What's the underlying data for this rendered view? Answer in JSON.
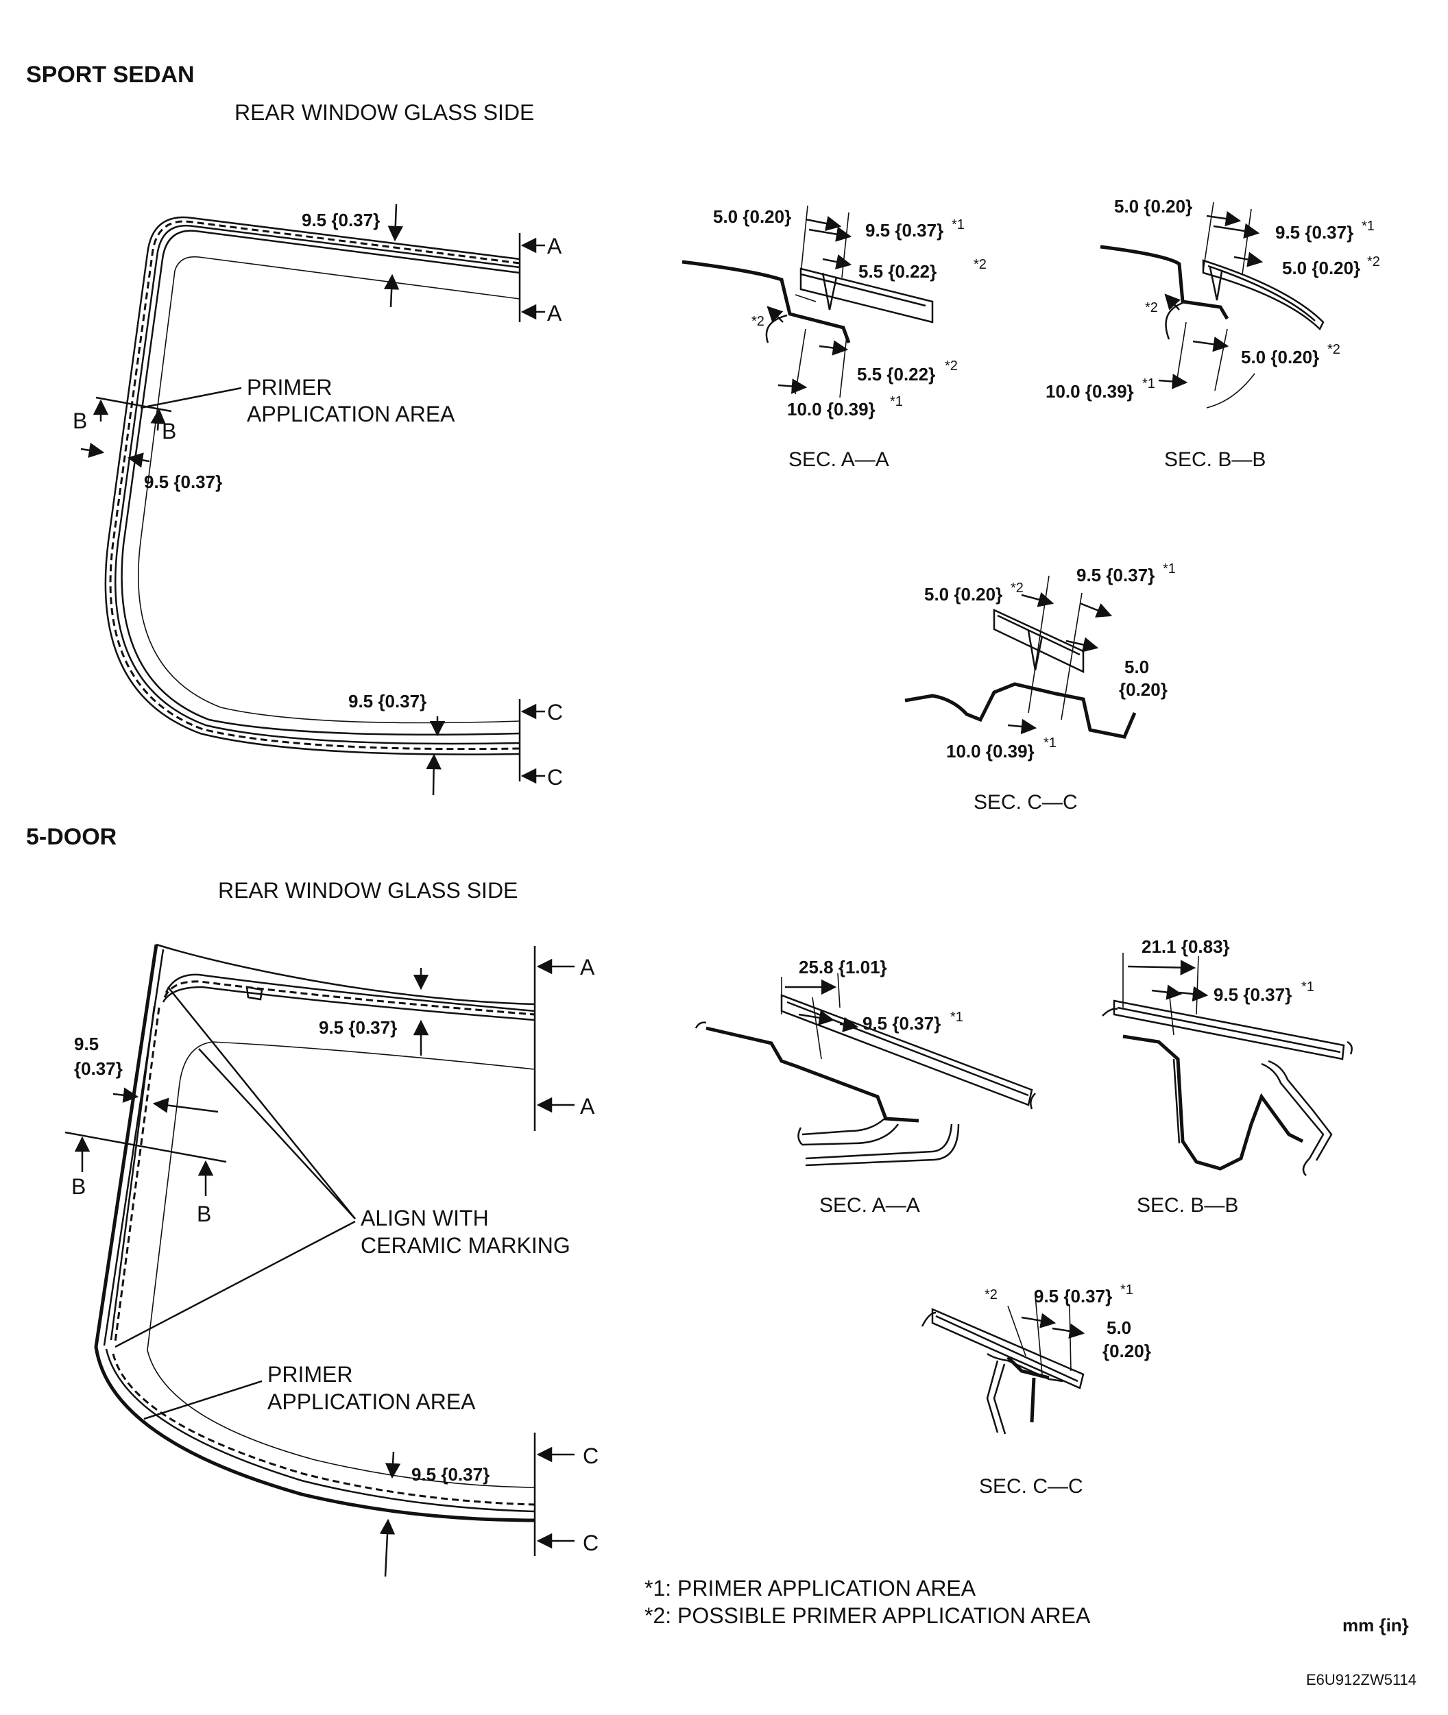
{
  "sport_sedan": {
    "title": "SPORT SEDAN",
    "view_caption": "REAR WINDOW GLASS SIDE",
    "primer_label_1": "PRIMER",
    "primer_label_2": "APPLICATION AREA",
    "section_letters": {
      "a": "A",
      "b": "B",
      "c": "C"
    },
    "dims": {
      "top": "9.5 {0.37}",
      "left": "9.5 {0.37}",
      "bottom": "9.5 {0.37}"
    },
    "sec_aa": {
      "caption": "SEC. A—A",
      "d1": "5.0 {0.20}",
      "d2": "9.5 {0.37}",
      "d2_sup": "*1",
      "d3": "5.5 {0.22}",
      "d3_sup": "*2",
      "d4": "5.5 {0.22}",
      "d4_sup": "*2",
      "d5": "10.0 {0.39}",
      "d5_sup": "*1",
      "mark": "*2"
    },
    "sec_bb": {
      "caption": "SEC. B—B",
      "d1": "5.0 {0.20}",
      "d2": "9.5 {0.37}",
      "d2_sup": "*1",
      "d3": "5.0 {0.20}",
      "d3_sup": "*2",
      "d4": "5.0 {0.20}",
      "d4_sup": "*2",
      "d5": "10.0 {0.39}",
      "d5_sup": "*1",
      "mark": "*2"
    },
    "sec_cc": {
      "caption": "SEC. C—C",
      "d1": "5.0 {0.20}",
      "d1_sup": "*2",
      "d2": "9.5 {0.37}",
      "d2_sup": "*1",
      "d3_line1": "5.0",
      "d3_line2": "{0.20}",
      "d4": "10.0 {0.39}",
      "d4_sup": "*1"
    }
  },
  "five_door": {
    "title": "5-DOOR",
    "view_caption": "REAR WINDOW GLASS SIDE",
    "align_label_1": "ALIGN WITH",
    "align_label_2": "CERAMIC MARKING",
    "primer_label_1": "PRIMER",
    "primer_label_2": "APPLICATION AREA",
    "section_letters": {
      "a": "A",
      "b": "B",
      "c": "C"
    },
    "dims": {
      "left_line1": "9.5",
      "left_line2": "{0.37}",
      "top": "9.5 {0.37}",
      "bottom": "9.5 {0.37}"
    },
    "sec_aa": {
      "caption": "SEC. A—A",
      "d1": "25.8 {1.01}",
      "d2": "9.5 {0.37}",
      "d2_sup": "*1"
    },
    "sec_bb": {
      "caption": "SEC. B—B",
      "d1": "21.1 {0.83}",
      "d2": "9.5 {0.37}",
      "d2_sup": "*1"
    },
    "sec_cc": {
      "caption": "SEC. C—C",
      "mark": "*2",
      "d1": "9.5 {0.37}",
      "d1_sup": "*1",
      "d2_line1": "5.0",
      "d2_line2": "{0.20}"
    }
  },
  "notes": {
    "note1": "*1: PRIMER APPLICATION AREA",
    "note2": "*2: POSSIBLE PRIMER APPLICATION AREA",
    "units": "mm {in}",
    "figure_code": "E6U912ZW5114"
  }
}
